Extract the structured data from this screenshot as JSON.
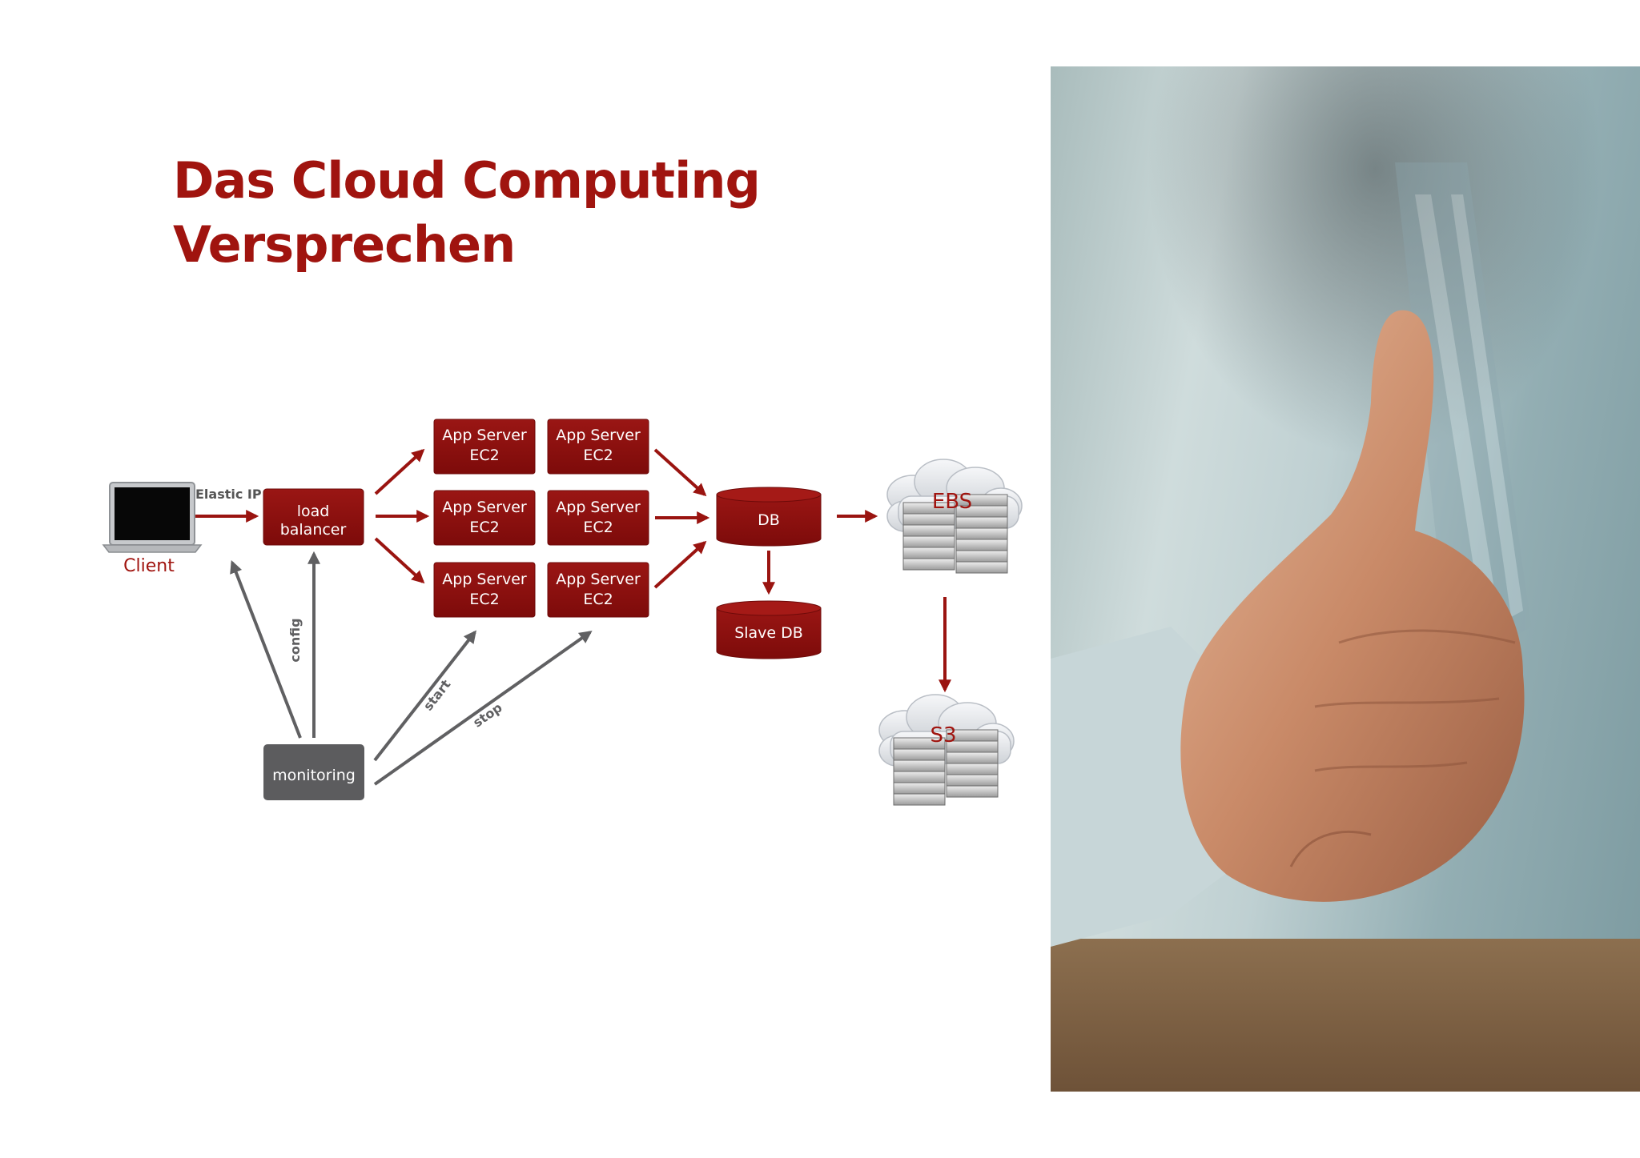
{
  "slide": {
    "title_line1": "Das Cloud Computing",
    "title_line2": "Versprechen"
  },
  "diagram": {
    "client_label": "Client",
    "elastic_ip_label": "Elastic IP",
    "load_balancer": [
      "load",
      "balancer"
    ],
    "app_server_line1": "App Server",
    "app_server_line2": "EC2",
    "db_label": "DB",
    "slave_db_label": "Slave DB",
    "ebs_label": "EBS",
    "s3_label": "S3",
    "monitoring_label": "monitoring",
    "config_label": "config",
    "start_label": "start",
    "stop_label": "stop"
  },
  "colors": {
    "accent": "#a0140f",
    "box_red": "#8e0e0c",
    "monitoring_gray": "#5c5c5e",
    "arrow_gray": "#606062"
  },
  "photo": {
    "subject": "thumbs-up-hand"
  }
}
